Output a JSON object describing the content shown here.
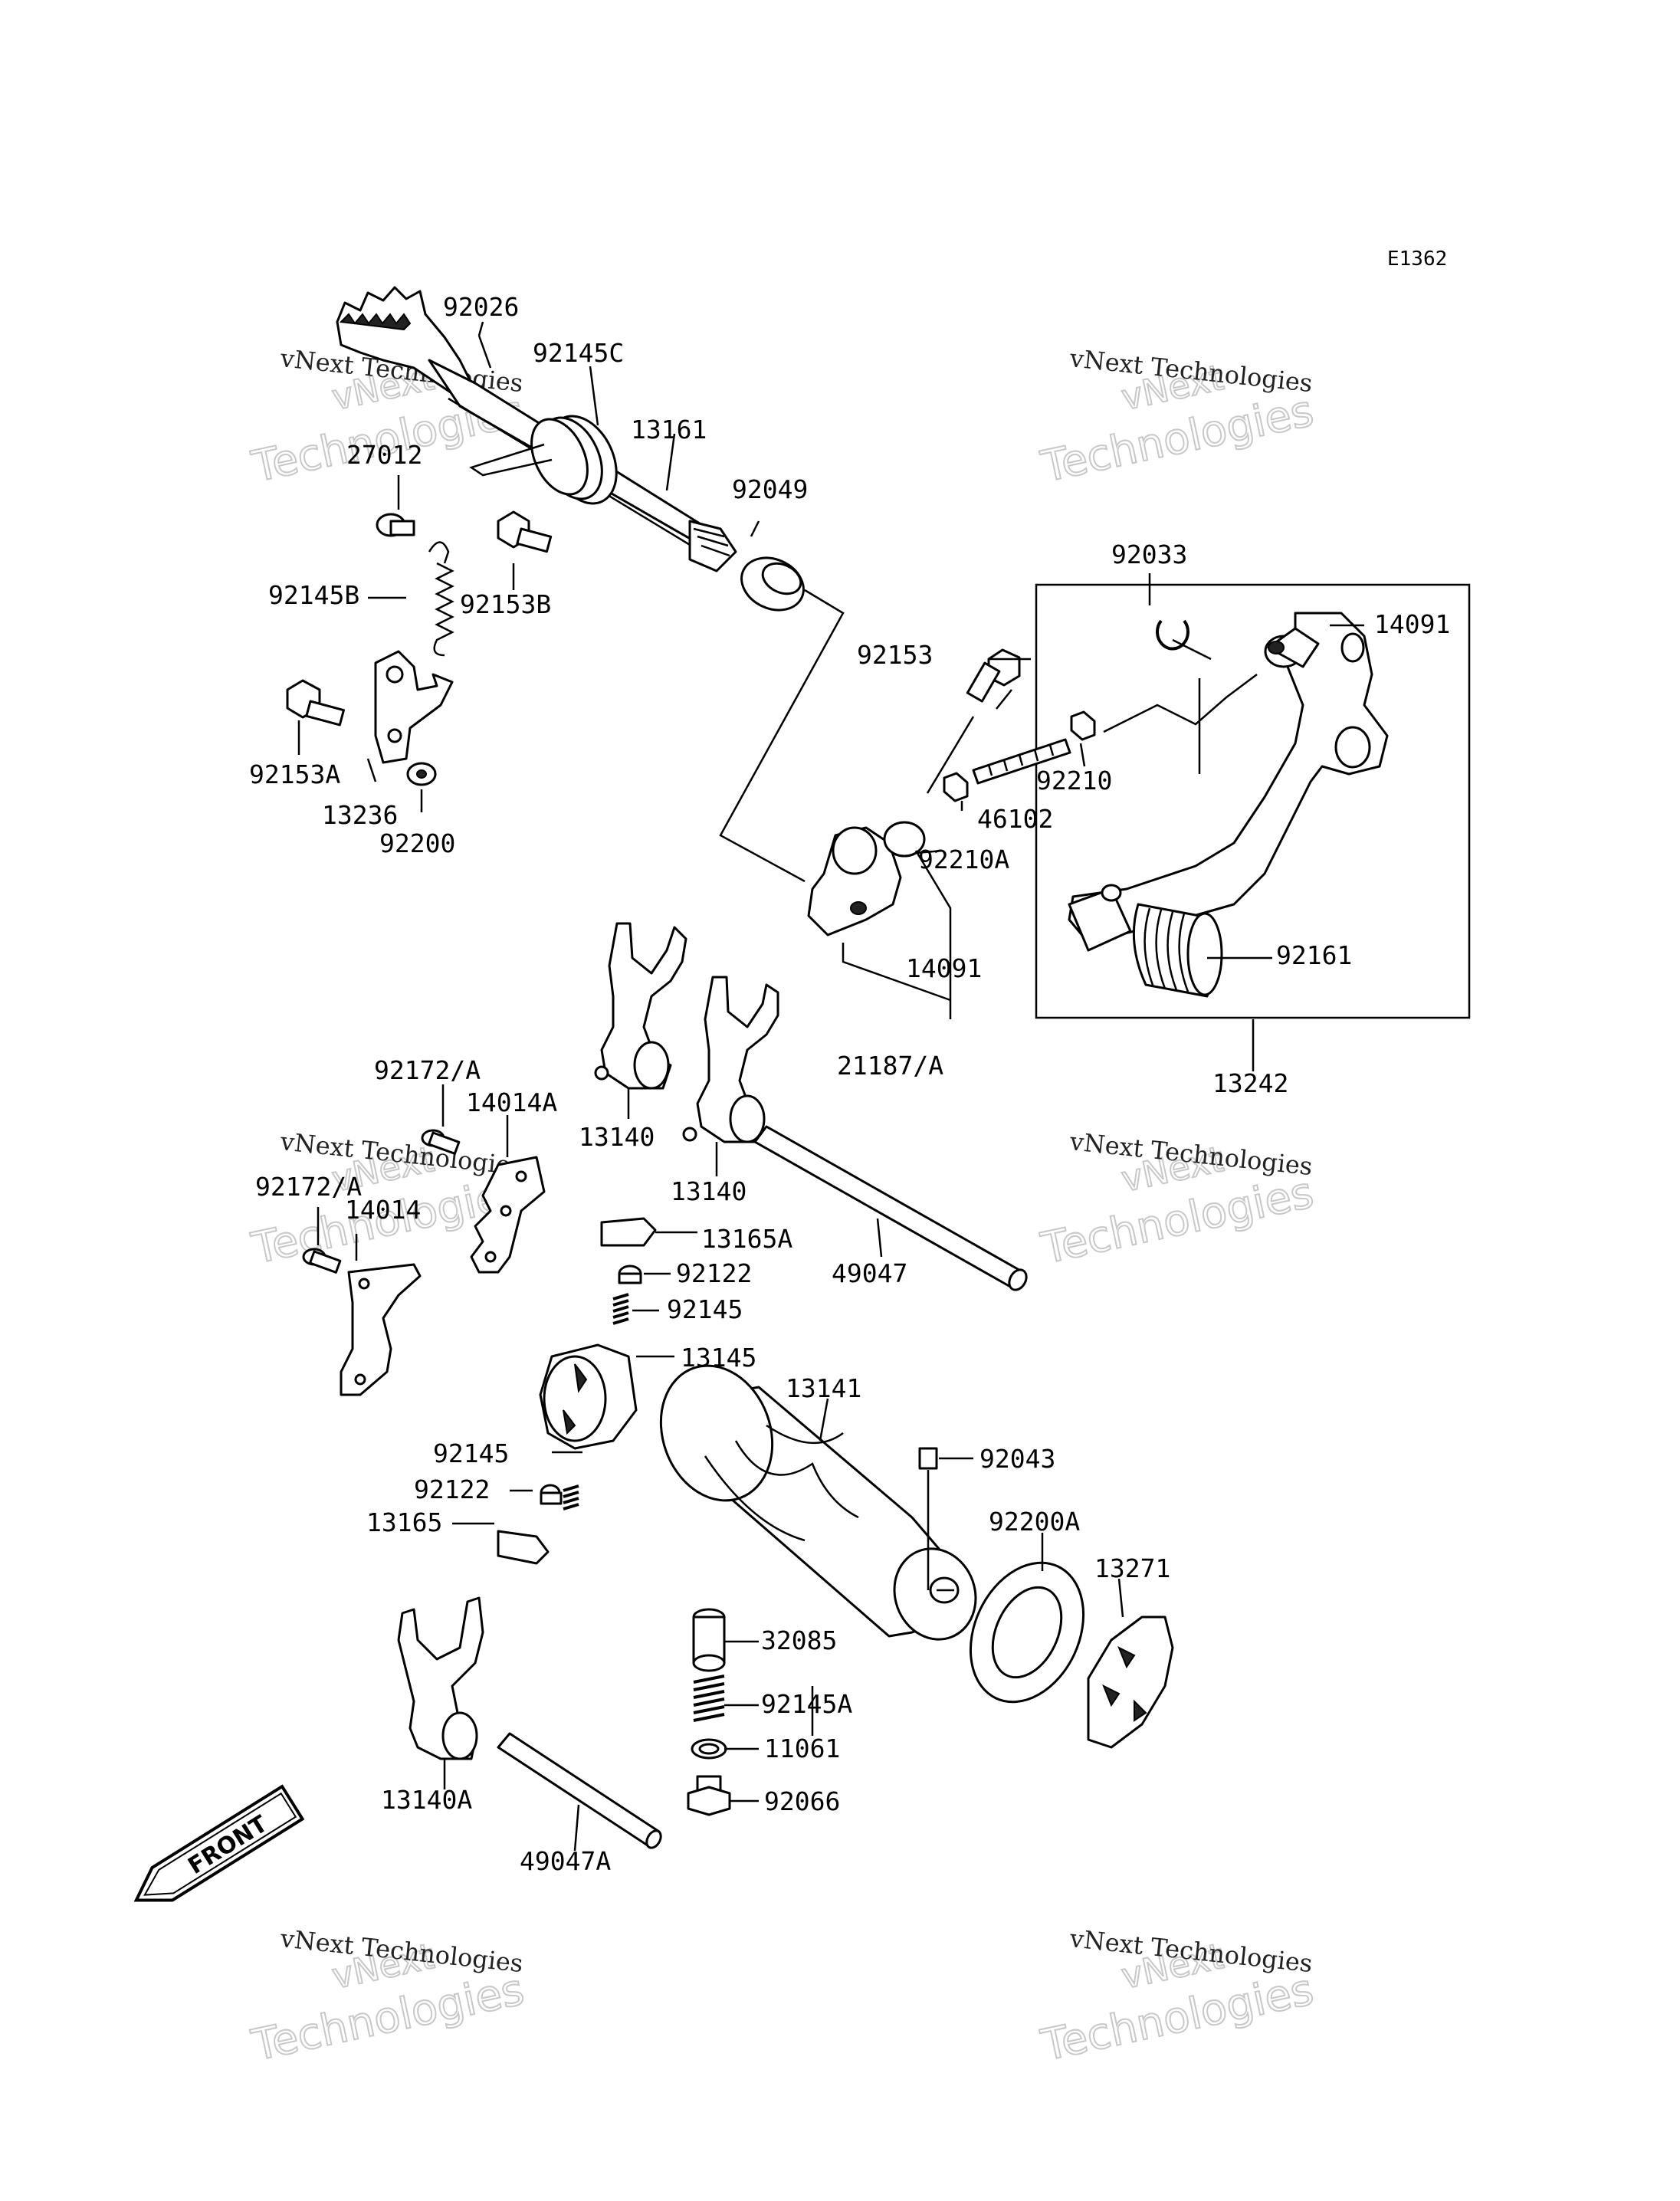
{
  "diagram_code": "E1362",
  "watermark": {
    "line1": "vNext",
    "line2": "vNext Technologies",
    "line3": "Technologies"
  },
  "front_badge": "FRONT",
  "parts": [
    {
      "id": "92026",
      "label": "92026"
    },
    {
      "id": "92145C",
      "label": "92145C"
    },
    {
      "id": "13161",
      "label": "13161"
    },
    {
      "id": "27012",
      "label": "27012"
    },
    {
      "id": "92049",
      "label": "92049"
    },
    {
      "id": "92145B",
      "label": "92145B"
    },
    {
      "id": "92153B",
      "label": "92153B"
    },
    {
      "id": "92033",
      "label": "92033"
    },
    {
      "id": "14091-top",
      "label": "14091"
    },
    {
      "id": "92153",
      "label": "92153"
    },
    {
      "id": "92153A",
      "label": "92153A"
    },
    {
      "id": "92210",
      "label": "92210"
    },
    {
      "id": "13236",
      "label": "13236"
    },
    {
      "id": "46102",
      "label": "46102"
    },
    {
      "id": "92200",
      "label": "92200"
    },
    {
      "id": "92210A",
      "label": "92210A"
    },
    {
      "id": "92161",
      "label": "92161"
    },
    {
      "id": "14091-mid",
      "label": "14091"
    },
    {
      "id": "21187A",
      "label": "21187/A"
    },
    {
      "id": "13242",
      "label": "13242"
    },
    {
      "id": "92172A-1",
      "label": "92172/A"
    },
    {
      "id": "14014A",
      "label": "14014A"
    },
    {
      "id": "13140-1",
      "label": "13140"
    },
    {
      "id": "13140-2",
      "label": "13140"
    },
    {
      "id": "92172A-2",
      "label": "92172/A"
    },
    {
      "id": "14014",
      "label": "14014"
    },
    {
      "id": "13165A",
      "label": "13165A"
    },
    {
      "id": "92122-1",
      "label": "92122"
    },
    {
      "id": "49047",
      "label": "49047"
    },
    {
      "id": "92145-1",
      "label": "92145"
    },
    {
      "id": "13145",
      "label": "13145"
    },
    {
      "id": "13141",
      "label": "13141"
    },
    {
      "id": "92145-2",
      "label": "92145"
    },
    {
      "id": "92043",
      "label": "92043"
    },
    {
      "id": "92122-2",
      "label": "92122"
    },
    {
      "id": "13165",
      "label": "13165"
    },
    {
      "id": "92200A",
      "label": "92200A"
    },
    {
      "id": "13271",
      "label": "13271"
    },
    {
      "id": "32085",
      "label": "32085"
    },
    {
      "id": "92145A",
      "label": "92145A"
    },
    {
      "id": "11061",
      "label": "11061"
    },
    {
      "id": "13140A",
      "label": "13140A"
    },
    {
      "id": "92066",
      "label": "92066"
    },
    {
      "id": "49047A",
      "label": "49047A"
    }
  ]
}
